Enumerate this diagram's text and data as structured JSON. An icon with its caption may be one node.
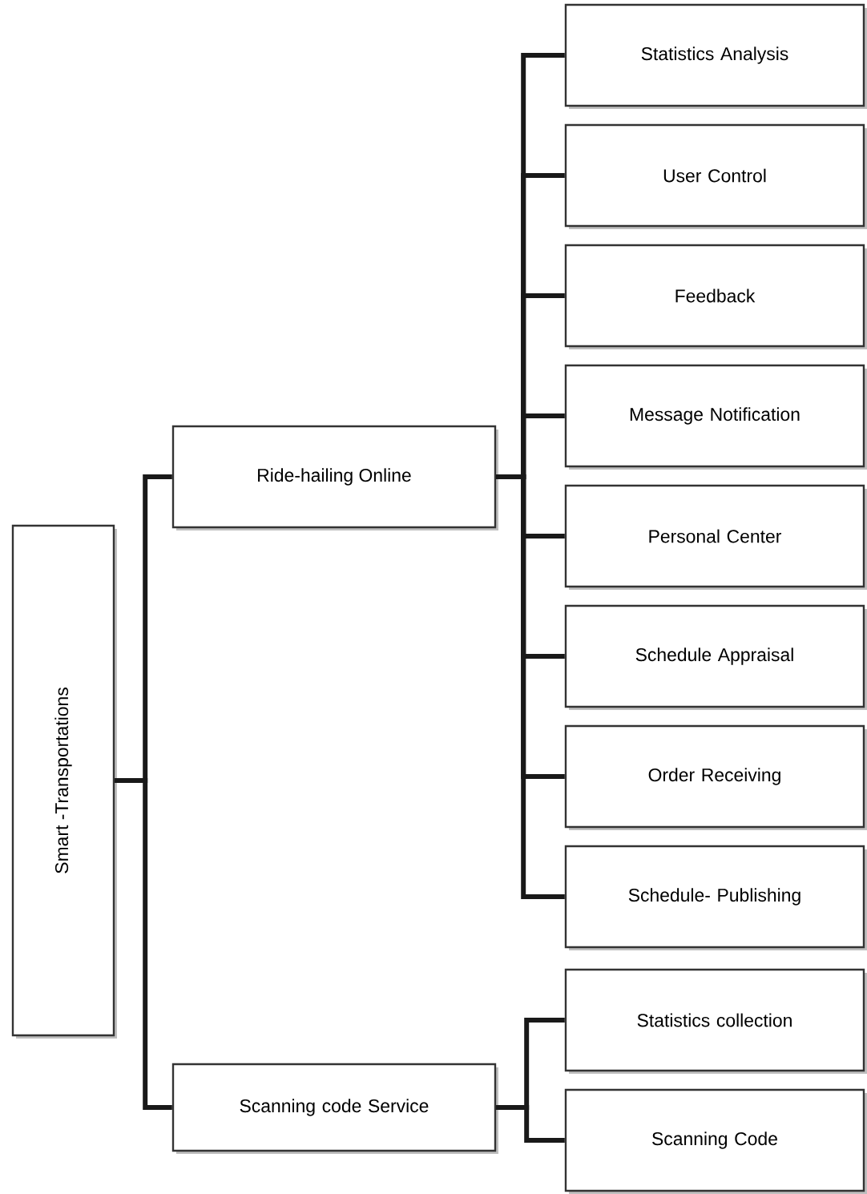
{
  "diagram": {
    "nodes": [
      {
        "text": [
          "Smart -Transportations"
        ]
      },
      {
        "text": [
          "Ride-hailing Online"
        ]
      },
      {
        "text": [
          "Scanning code Service"
        ]
      },
      {
        "text": [
          "Statistics Analysis"
        ]
      },
      {
        "text": [
          "User Control"
        ]
      },
      {
        "text": [
          "Feedback"
        ]
      },
      {
        "text": [
          "Message Notification"
        ]
      },
      {
        "text": [
          "Personal Center"
        ]
      },
      {
        "text": [
          "Schedule Appraisal"
        ]
      },
      {
        "text": [
          "Order Receiving"
        ]
      },
      {
        "text": [
          "Schedule- Publishing"
        ]
      },
      {
        "text": [
          "Statistics collection"
        ]
      },
      {
        "text": [
          "Scanning Code"
        ]
      }
    ],
    "edges": [
      {
        "from": 0,
        "to": 1,
        "arrow": "none"
      },
      {
        "from": 0,
        "to": 2,
        "arrow": "none"
      },
      {
        "from": 1,
        "to": 3,
        "arrow": "none"
      },
      {
        "from": 1,
        "to": 4,
        "arrow": "none"
      },
      {
        "from": 1,
        "to": 5,
        "arrow": "none"
      },
      {
        "from": 1,
        "to": 6,
        "arrow": "none"
      },
      {
        "from": 1,
        "to": 7,
        "arrow": "none"
      },
      {
        "from": 1,
        "to": 8,
        "arrow": "none"
      },
      {
        "from": 1,
        "to": 9,
        "arrow": "none"
      },
      {
        "from": 1,
        "to": 10,
        "arrow": "none"
      },
      {
        "from": 2,
        "to": 11,
        "arrow": "none"
      },
      {
        "from": 2,
        "to": 12,
        "arrow": "none"
      }
    ]
  }
}
